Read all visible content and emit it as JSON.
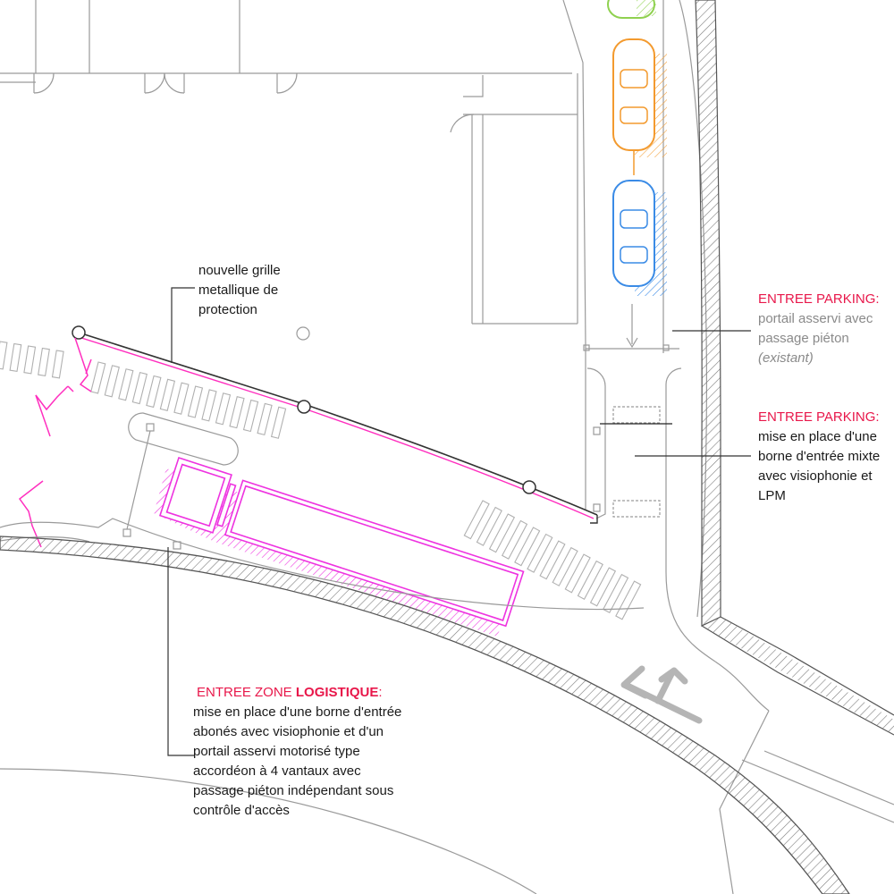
{
  "annotations": {
    "grille": {
      "lines": [
        "nouvelle grille",
        "metallique de",
        "protection"
      ]
    },
    "parking_portail": {
      "title": "ENTREE PARKING:",
      "lines": [
        "portail asservi avec",
        "passage piéton"
      ],
      "note": "(existant)"
    },
    "parking_borne": {
      "title": "ENTREE PARKING:",
      "lines": [
        "mise en place d'une",
        "borne d'entrée mixte",
        "avec visiophonie et",
        "LPM"
      ]
    },
    "logistique": {
      "title_part1": "ENTREE  ZONE ",
      "title_part2": "LOGISTIQUE",
      "title_part3": ":",
      "lines": [
        "mise en place d'une borne d'entrée",
        "abonés avec  visiophonie et d'un",
        "portail asservi motorisé type",
        "accordéon à 4 vantaux avec",
        "passage piéton indépendant sous",
        "contrôle d'accès"
      ]
    }
  },
  "colors": {
    "title_accent": "#e8174a",
    "lines": "#9a9a9a",
    "hatch": "#7a7a7a",
    "gate_magenta": "#ff2fbf",
    "truck_magenta": "#ee33e0",
    "car_green": "#8fd14f",
    "car_orange": "#f39a2e",
    "car_blue": "#3a8be6"
  },
  "icons": [
    "double-arrow-icon",
    "car-icon",
    "truck-icon",
    "accordion-gate-icon"
  ]
}
